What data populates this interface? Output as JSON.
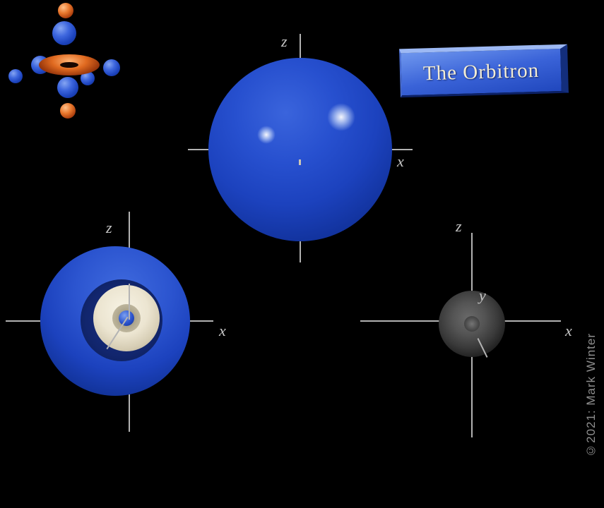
{
  "scene": {
    "background": "#000000"
  },
  "logo": {
    "text": "The Orbitron",
    "face_color": "#3a63d8",
    "text_color": "#f2ecd4"
  },
  "copyright": "©2021: Mark Winter",
  "axes": {
    "line_color": "#b2b2b2",
    "label_color": "#c6c6c6"
  },
  "panels": {
    "surface_view": {
      "z_label": "z",
      "x_label": "x",
      "orbital_color": "#1e46c6"
    },
    "cutaway_view": {
      "z_label": "z",
      "x_label": "x",
      "orbital_color": "#1e46c6",
      "cut_face_color": "#e9e2cd",
      "core_color": "#2a52cc"
    },
    "dot_density_view": {
      "z_label": "z",
      "x_label": "x",
      "y_label": "y",
      "cloud_color": "#4a4a4a"
    },
    "thumbnail": {
      "lobe_color": "#2a52cc",
      "ring_color": "#d96a1e"
    }
  }
}
